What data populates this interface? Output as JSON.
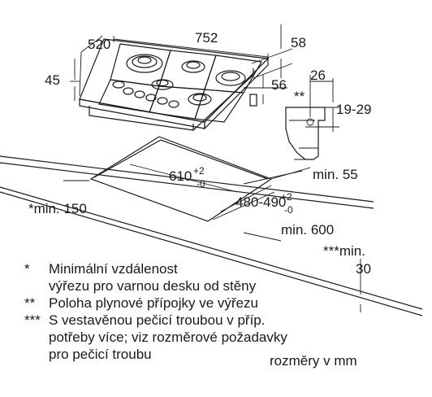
{
  "dimensions": {
    "width_520": "520",
    "length_752": "752",
    "depth_58": "58",
    "height_45": "45",
    "offset_56": "56",
    "connector_26": "26",
    "connector_19_29": "19-29",
    "connector_marker": "**",
    "cutout_width": "610",
    "cutout_width_tol_plus": "+2",
    "cutout_width_tol_minus": "-0",
    "cutout_depth": "480-490",
    "cutout_depth_tol_plus": "+2",
    "cutout_depth_tol_minus": "-0",
    "min_55": "min. 55",
    "min_150": "*min. 150",
    "min_600": "min. 600",
    "min_30_label": "***min.",
    "min_30_value": "30"
  },
  "notes": [
    {
      "mark": "*",
      "lines": [
        "Minimální vzdálenost",
        "výřezu pro varnou desku od stěny"
      ]
    },
    {
      "mark": "**",
      "lines": [
        "Poloha plynové přípojky ve výřezu"
      ]
    },
    {
      "mark": "***",
      "lines": [
        "S vestavěnou pečicí troubou v příp.",
        "potřeby více; viz rozměrové požadavky",
        "pro pečicí troubu"
      ]
    }
  ],
  "units": "rozměry v mm",
  "colors": {
    "line": "#1a1a1a",
    "background": "#ffffff"
  }
}
